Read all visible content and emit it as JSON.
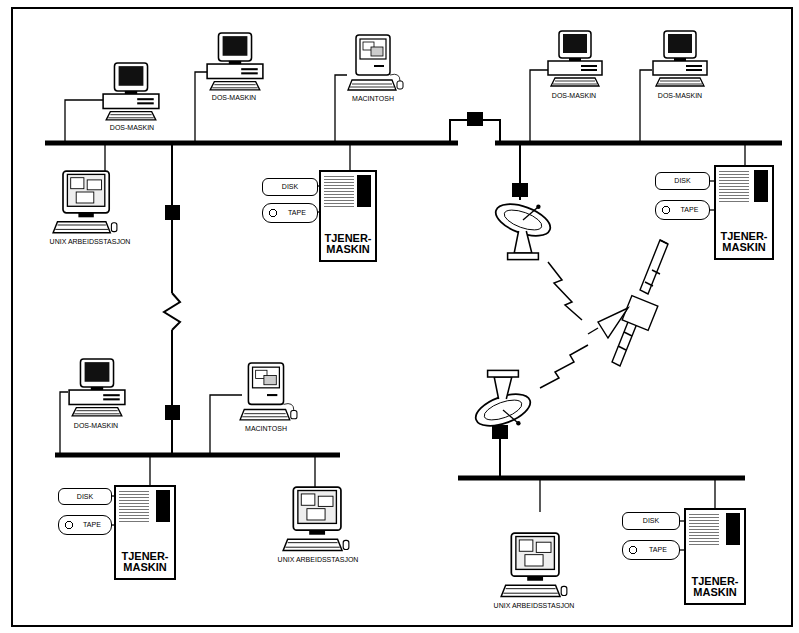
{
  "diagram": {
    "nodes": [
      {
        "text": [
          "TJENER- MASKIN"
        ]
      },
      {
        "text": [
          "DISK"
        ]
      },
      {
        "text": [
          "TAPE"
        ]
      },
      {
        "text": [
          "TJENER- MASKIN"
        ]
      },
      {
        "text": [
          "DISK"
        ]
      },
      {
        "text": [
          "TAPE"
        ]
      },
      {
        "text": [
          "TJENER- MASKIN"
        ]
      },
      {
        "text": [
          "DISK"
        ]
      },
      {
        "text": [
          "TAPE"
        ]
      },
      {
        "text": [
          "TJENER- MASKIN"
        ]
      },
      {
        "text": [
          "DISK"
        ]
      },
      {
        "text": [
          "TAPE"
        ]
      }
    ],
    "labels": [
      "DOS-MASKIN",
      "DOS-MASKIN",
      "MACINTOSH",
      "DOS-MASKIN",
      "DOS-MASKIN",
      "UNIX ARBEIDSSTASJON",
      "DOS-MASKIN",
      "MACINTOSH",
      "UNIX ARBEIDSSTASJON",
      "UNIX ARBEIDSSTASJON"
    ]
  }
}
